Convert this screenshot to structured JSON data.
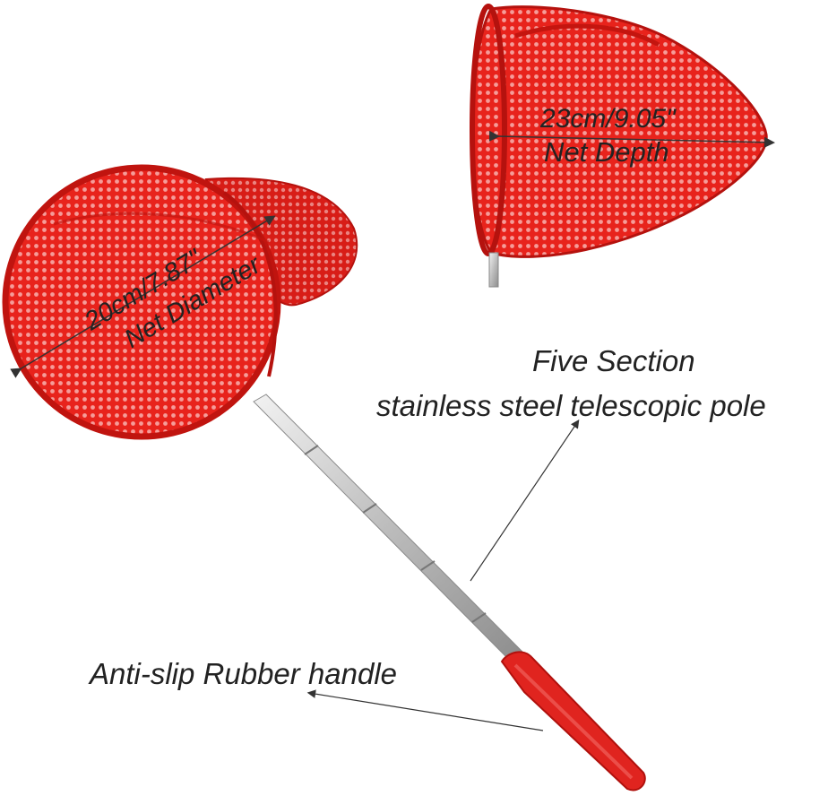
{
  "labels": {
    "depth_value": "23cm/9.05\"",
    "depth_text": "Net Depth",
    "diameter_value": "20cm/7.87\"",
    "diameter_text": "Net Diameter",
    "pole_line1": "Five Section",
    "pole_line2": "stainless steel telescopic pole",
    "handle": "Anti-slip Rubber handle"
  },
  "colors": {
    "net": "#e8231c",
    "net_dark": "#b5120e",
    "pole": "#c9c9c9",
    "handle": "#e0241f",
    "arrow": "#333333"
  }
}
